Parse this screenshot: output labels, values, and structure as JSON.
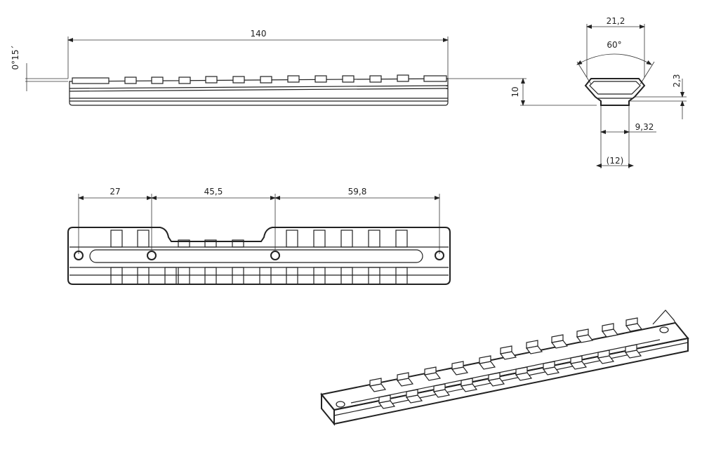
{
  "dimensions": {
    "overall_length": "140",
    "angle": "0°15´",
    "height": "10",
    "top_width": "21,2",
    "dovetail_angle": "60°",
    "rail_thickness": "2,3",
    "base_half_width": "9,32",
    "base_width": "(12)",
    "hole_spacing_1": "27",
    "hole_spacing_2": "45,5",
    "hole_spacing_3": "59,8"
  }
}
